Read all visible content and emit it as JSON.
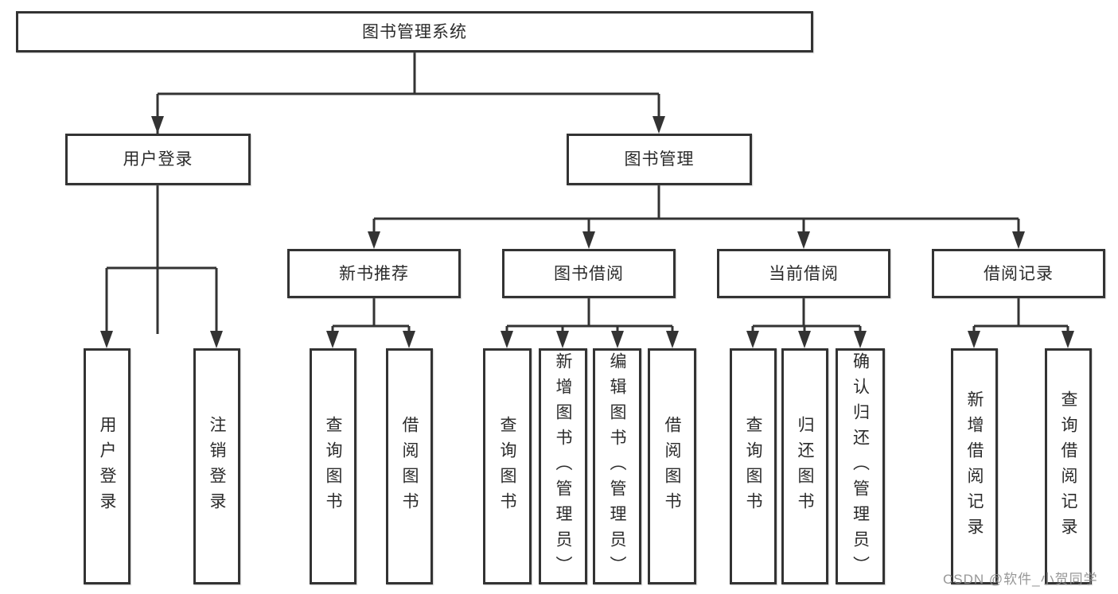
{
  "diagram": {
    "root": {
      "label": "图书管理系统"
    },
    "user_login": {
      "label": "用户登录",
      "children": [
        {
          "label": "用户登录"
        },
        {
          "label": "注销登录"
        }
      ]
    },
    "book_management": {
      "label": "图书管理",
      "children": [
        {
          "label": "新书推荐",
          "children": [
            {
              "label": "查询图书"
            },
            {
              "label": "借阅图书"
            }
          ]
        },
        {
          "label": "图书借阅",
          "children": [
            {
              "label": "查询图书"
            },
            {
              "label": "新增图书（管理员）"
            },
            {
              "label": "编辑图书（管理员）"
            },
            {
              "label": "借阅图书"
            }
          ]
        },
        {
          "label": "当前借阅",
          "children": [
            {
              "label": "查询图书"
            },
            {
              "label": "归还图书"
            },
            {
              "label": "确认归还（管理员）"
            }
          ]
        },
        {
          "label": "借阅记录",
          "children": [
            {
              "label": "新增借阅记录"
            },
            {
              "label": "查询借阅记录"
            }
          ]
        }
      ]
    }
  },
  "watermark": "CSDN @软件_小贺同学",
  "colors": {
    "line": "#333333",
    "text": "#2b2b2b",
    "background": "#ffffff",
    "watermark": "#8c8c8c"
  }
}
